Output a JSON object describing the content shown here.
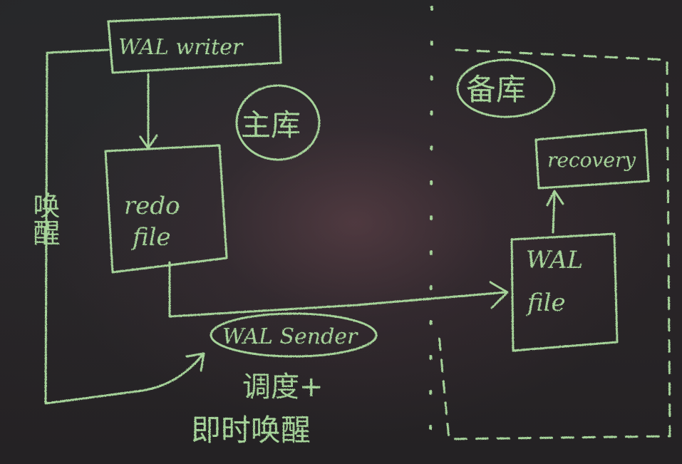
{
  "colors": {
    "board": "#262426",
    "chalk": "#a6d49a"
  },
  "primary": {
    "label": "主库",
    "writer_label": "WAL writer",
    "redo_file_label": "redo\nfile",
    "sender_label": "WAL Sender"
  },
  "standby": {
    "label": "备库",
    "wal_file_label": "WAL\nfile",
    "recovery_label": "recovery"
  },
  "annotations": {
    "wakeup_label": "唤醒",
    "scheduling_label": "调度+",
    "immediate_wakeup_label": "即时唤醒"
  }
}
